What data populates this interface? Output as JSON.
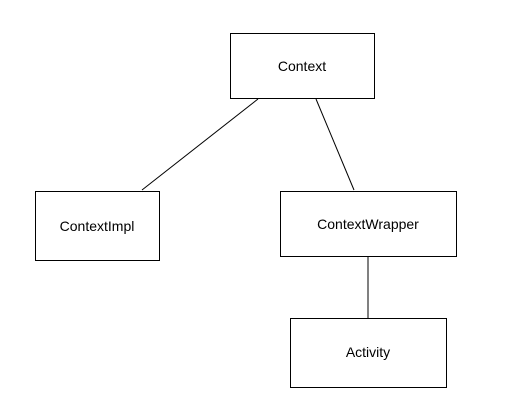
{
  "nodes": {
    "context": {
      "label": "Context"
    },
    "context_impl": {
      "label": "ContextImpl"
    },
    "context_wrapper": {
      "label": "ContextWrapper"
    },
    "activity": {
      "label": "Activity"
    }
  },
  "edges": [
    {
      "from": "context",
      "to": "context_impl"
    },
    {
      "from": "context",
      "to": "context_wrapper"
    },
    {
      "from": "context_wrapper",
      "to": "activity"
    }
  ],
  "colors": {
    "background": "#ffffff",
    "stroke": "#000000",
    "text": "#000000"
  }
}
